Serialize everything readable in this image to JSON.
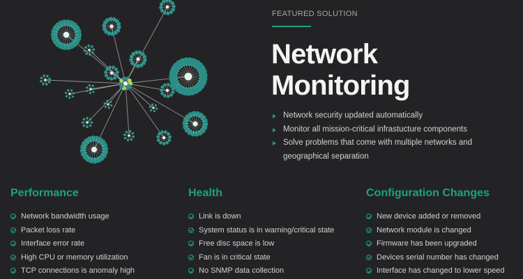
{
  "hero": {
    "eyebrow": "FEATURED SOLUTION",
    "title_line1": "Network",
    "title_line2": "Monitoring",
    "bullets": [
      "Network security updated automatically",
      "Monitor all mission-critical infrastucture components",
      "Solve problems that come with multiple networks and geographical separation"
    ]
  },
  "colors": {
    "accent": "#1ca37b",
    "background": "#232325",
    "cluster": "#2a8e86"
  },
  "icons": {
    "bullet": "triangle-right-icon",
    "item": "check-circle-icon"
  },
  "columns": [
    {
      "heading": "Performance",
      "items": [
        "Network bandwidth usage",
        "Packet loss rate",
        "Interface error rate",
        "High CPU or memory utilization",
        "TCP connections is anomaly high"
      ]
    },
    {
      "heading": "Health",
      "items": [
        "Link is down",
        "System status is in warning/critical state",
        "Free disc space is low",
        "Fan is in critical state",
        "No SNMP data collection"
      ]
    },
    {
      "heading": "Configuration Changes",
      "items": [
        "New device added or removed",
        "Network module is changed",
        "Firmware has been upgraded",
        "Devices serial number has changed",
        "Interface has changed to lower speed"
      ]
    }
  ]
}
